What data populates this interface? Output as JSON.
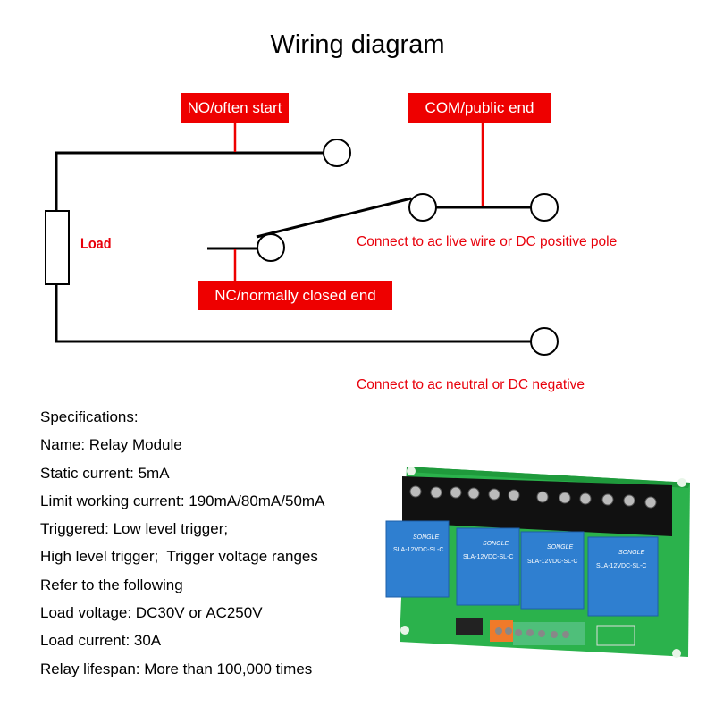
{
  "title": "Wiring diagram",
  "labels": {
    "no": "NO/often start",
    "com": "COM/public end",
    "nc": "NC/normally closed end",
    "load": "Load",
    "live": "Connect to ac live wire or DC positive pole",
    "neutral": "Connect to ac neutral or DC negative"
  },
  "colors": {
    "accent": "#ee0000",
    "wire": "#000000",
    "board": "#2bb24c",
    "relay": "#2f7fd0"
  },
  "specs": [
    "Specifications:",
    "Name: Relay Module",
    "Static current: 5mA",
    "Limit working current: 190mA/80mA/50mA",
    "Triggered: Low level trigger;",
    "High level trigger;  Trigger voltage ranges",
    "Refer to the following",
    "Load voltage: DC30V or AC250V",
    "Load current: 30A",
    "Relay lifespan: More than 100,000 times"
  ],
  "product_image": {
    "relay_brand": "SONGLE",
    "relay_model": "SLA-12VDC-SL-C",
    "relay_count": 4
  }
}
